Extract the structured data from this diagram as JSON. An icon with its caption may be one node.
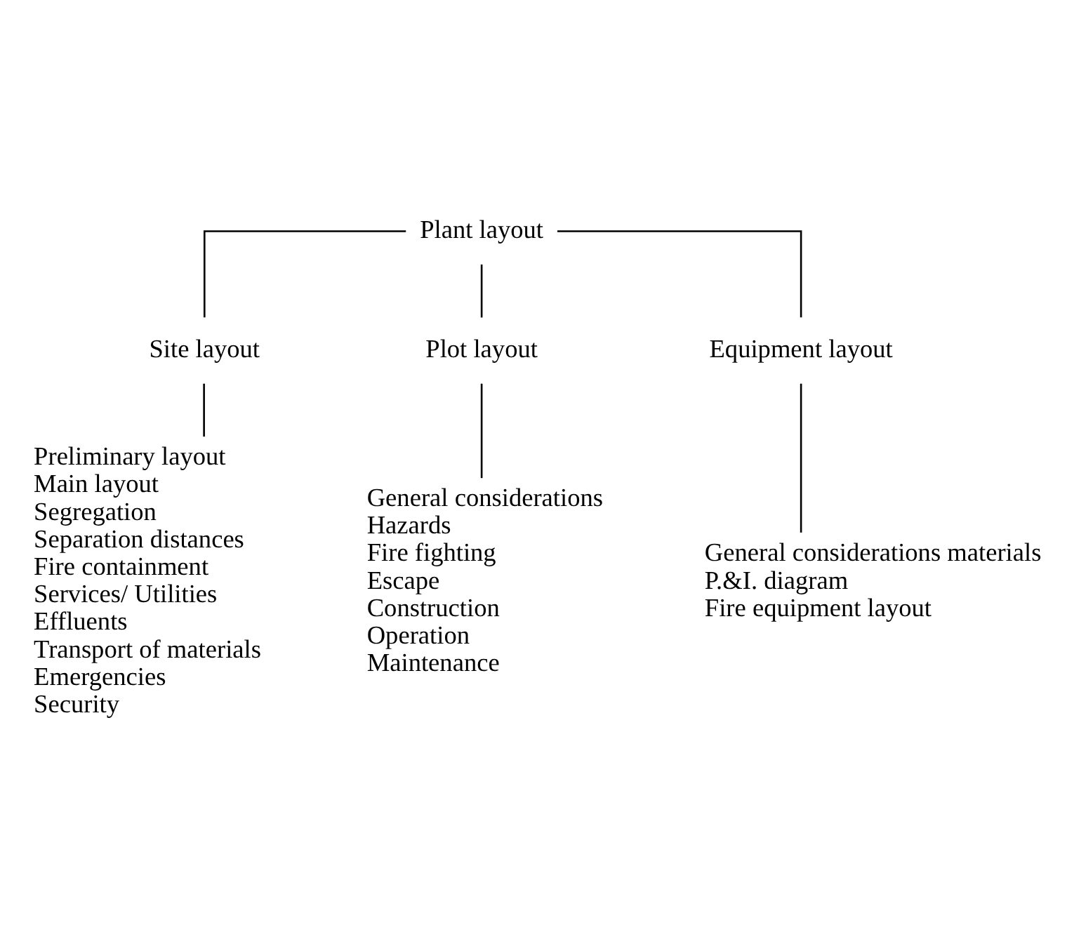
{
  "diagram": {
    "nodes": [
      {
        "text": [
          "Plant layout"
        ]
      },
      {
        "text": [
          "Site layout"
        ]
      },
      {
        "text": [
          "Plot layout"
        ]
      },
      {
        "text": [
          "Equipment layout"
        ]
      },
      {
        "text": [
          "Preliminary layout",
          "Main layout",
          "Segregation",
          "Separation distances",
          "Fire containment",
          "Services/ Utilities",
          "Effluents",
          "Transport of materials",
          "Emergencies",
          "Security"
        ]
      },
      {
        "text": [
          "General considerations",
          "Hazards",
          "Fire fighting",
          "Escape",
          "Construction",
          "Operation",
          "Maintenance"
        ]
      },
      {
        "text": [
          "General considerations materials",
          "P.&I. diagram",
          "Fire equipment layout"
        ]
      }
    ],
    "edges": [
      {
        "from": 0,
        "to": 1,
        "arrow": "none"
      },
      {
        "from": 0,
        "to": 2,
        "arrow": "none"
      },
      {
        "from": 0,
        "to": 3,
        "arrow": "none"
      },
      {
        "from": 1,
        "to": 4,
        "arrow": "none"
      },
      {
        "from": 2,
        "to": 5,
        "arrow": "none"
      },
      {
        "from": 3,
        "to": 6,
        "arrow": "none"
      }
    ]
  }
}
